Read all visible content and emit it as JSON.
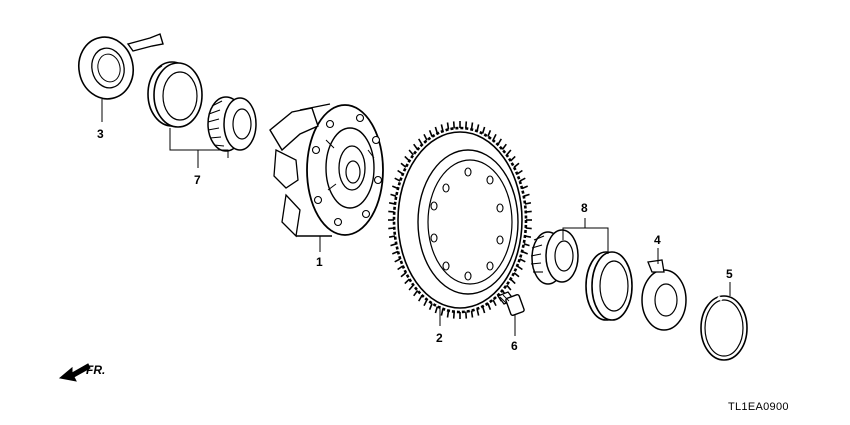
{
  "diagram": {
    "code": "TL1EA0900",
    "direction_label": "FR.",
    "callouts": {
      "p1": "1",
      "p2": "2",
      "p3": "3",
      "p4": "4",
      "p5": "5",
      "p6": "6",
      "p7": "7",
      "p8": "8"
    }
  }
}
